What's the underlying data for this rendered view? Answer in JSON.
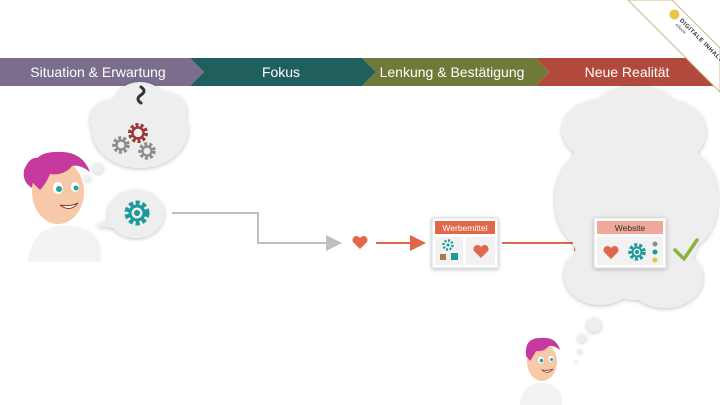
{
  "stages": [
    {
      "label": "Situation & Erwartung",
      "color": "#7a6e8c"
    },
    {
      "label": "Fokus",
      "color": "#1f5f5e"
    },
    {
      "label": "Lenkung & Bestätigung",
      "color": "#6f7a38"
    },
    {
      "label": "Neue Realität",
      "color": "#b14a3c"
    }
  ],
  "cards": {
    "werbemittel": {
      "title": "Werbemittel"
    },
    "website": {
      "title": "Website"
    }
  },
  "banner": {
    "title": "DIGITALE INHALTE",
    "subtitle": "eBook"
  },
  "colors": {
    "accent": "#e0674a",
    "teal": "#1a9a9a",
    "gear_gray": "#8c8c8c",
    "gear_red": "#9b3a38",
    "line_gray": "#bfbfbf",
    "check": "#8cb23a"
  },
  "icons": [
    "woman-avatar-icon",
    "thought-cloud-icon",
    "gear-icon",
    "heart-icon",
    "check-icon",
    "arrow-icon"
  ]
}
